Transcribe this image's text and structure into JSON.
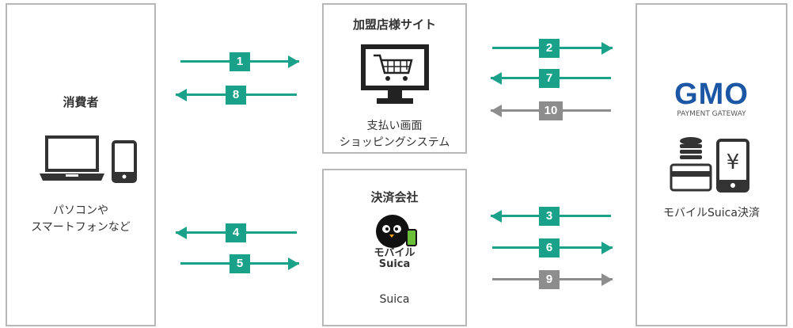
{
  "colors": {
    "teal": "#1aa189",
    "gray": "#8d8d8d",
    "border": "#b7b7b7",
    "gmo_blue": "#1c57a6"
  },
  "consumer": {
    "title": "消費者",
    "caption_line1": "パソコンや",
    "caption_line2": "スマートフォンなど",
    "icons": [
      "laptop-icon",
      "smartphone-icon"
    ]
  },
  "merchant": {
    "title": "加盟店様サイト",
    "caption_line1": "支払い画面",
    "caption_line2": "ショッピングシステム",
    "icons": [
      "shopping-cart-monitor-icon"
    ]
  },
  "payment_company": {
    "title": "決済会社",
    "logo_text_line1": "モバイル",
    "logo_text_line2": "Suica",
    "caption": "Suica",
    "icons": [
      "mobile-suica-penguin-logo"
    ]
  },
  "gateway": {
    "logo": "GMO",
    "logo_sub": "PAYMENT GATEWAY",
    "caption": "モバイルSuica決済",
    "icons": [
      "coins-icon",
      "credit-card-icon",
      "yen-phone-icon"
    ],
    "yen": "¥"
  },
  "steps": [
    {
      "num": "1",
      "direction": "right",
      "color": "teal"
    },
    {
      "num": "2",
      "direction": "right",
      "color": "teal"
    },
    {
      "num": "3",
      "direction": "left",
      "color": "teal"
    },
    {
      "num": "4",
      "direction": "left",
      "color": "teal"
    },
    {
      "num": "5",
      "direction": "right",
      "color": "teal"
    },
    {
      "num": "6",
      "direction": "right",
      "color": "teal"
    },
    {
      "num": "7",
      "direction": "left",
      "color": "teal"
    },
    {
      "num": "8",
      "direction": "left",
      "color": "teal"
    },
    {
      "num": "9",
      "direction": "right",
      "color": "gray"
    },
    {
      "num": "10",
      "direction": "left",
      "color": "gray"
    }
  ]
}
